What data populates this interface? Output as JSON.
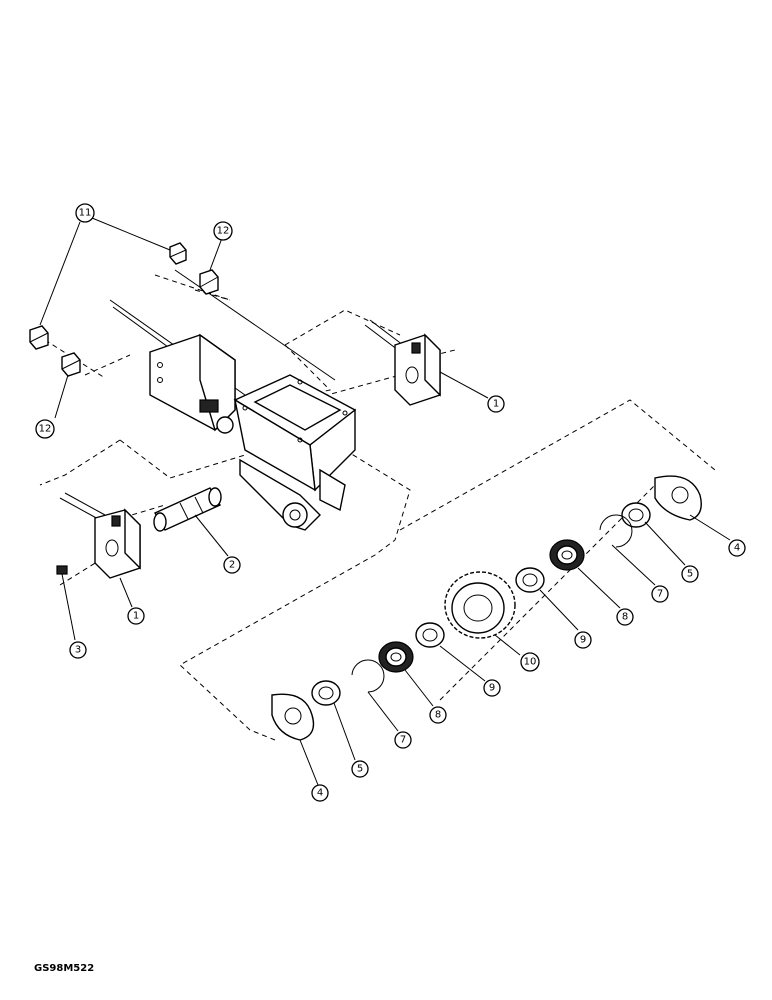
{
  "figure_code": "GS98M522",
  "callouts": {
    "c11": "11",
    "c12a": "12",
    "c12b": "12",
    "c1a": "1",
    "c1b": "1",
    "c2": "2",
    "c3": "3",
    "c4a": "4",
    "c4b": "4",
    "c5a": "5",
    "c5b": "5",
    "c7a": "7",
    "c7b": "7",
    "c8a": "8",
    "c8b": "8",
    "c9a": "9",
    "c9b": "9",
    "c10": "10"
  }
}
